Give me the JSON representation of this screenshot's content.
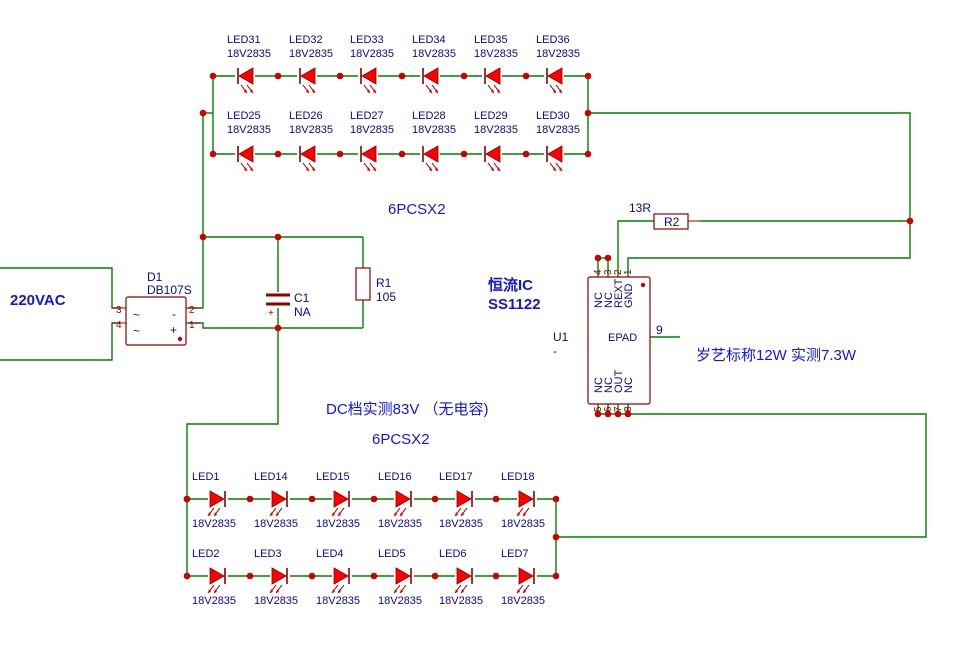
{
  "mains": {
    "label": "220VAC"
  },
  "bridge": {
    "ref": "D1",
    "part": "DB107S",
    "pin3": "3",
    "pin4": "4",
    "pin2": "2",
    "pin1": "1",
    "ac1": "~",
    "ac2": "~",
    "neg": "-",
    "pos": "+"
  },
  "capacitor": {
    "ref": "C1",
    "value": "NA"
  },
  "resistor1": {
    "ref": "R1",
    "value": "105"
  },
  "resistor2": {
    "ref": "R2",
    "value": "13R"
  },
  "ic": {
    "ref": "U1",
    "ref_dash": "-",
    "title": "恒流IC",
    "part": "SS1122",
    "top_pins": [
      {
        "num": "4",
        "name": "NC"
      },
      {
        "num": "3",
        "name": "NC"
      },
      {
        "num": "2",
        "name": "REXT"
      },
      {
        "num": "1",
        "name": "GND"
      }
    ],
    "bottom_pins": [
      {
        "num": "5",
        "name": "NC"
      },
      {
        "num": "6",
        "name": "NC"
      },
      {
        "num": "7",
        "name": "OUT"
      },
      {
        "num": "8",
        "name": "NC"
      }
    ],
    "epad": {
      "name": "EPAD",
      "num": "9"
    }
  },
  "notes": {
    "top_group": "6PCSX2",
    "bottom_group": "6PCSX2",
    "dc_measure": "DC档实测83V （无电容)",
    "power": "岁艺标称12W 实测7.3W"
  },
  "led_top_row1": [
    {
      "ref": "LED31",
      "value": "18V2835"
    },
    {
      "ref": "LED32",
      "value": "18V2835"
    },
    {
      "ref": "LED33",
      "value": "18V2835"
    },
    {
      "ref": "LED34",
      "value": "18V2835"
    },
    {
      "ref": "LED35",
      "value": "18V2835"
    },
    {
      "ref": "LED36",
      "value": "18V2835"
    }
  ],
  "led_top_row2": [
    {
      "ref": "LED25",
      "value": "18V2835"
    },
    {
      "ref": "LED26",
      "value": "18V2835"
    },
    {
      "ref": "LED27",
      "value": "18V2835"
    },
    {
      "ref": "LED28",
      "value": "18V2835"
    },
    {
      "ref": "LED29",
      "value": "18V2835"
    },
    {
      "ref": "LED30",
      "value": "18V2835"
    }
  ],
  "led_bot_row1": [
    {
      "ref": "LED1",
      "value": "18V2835"
    },
    {
      "ref": "LED14",
      "value": "18V2835"
    },
    {
      "ref": "LED15",
      "value": "18V2835"
    },
    {
      "ref": "LED16",
      "value": "18V2835"
    },
    {
      "ref": "LED17",
      "value": "18V2835"
    },
    {
      "ref": "LED18",
      "value": "18V2835"
    }
  ],
  "led_bot_row2": [
    {
      "ref": "LED2",
      "value": "18V2835"
    },
    {
      "ref": "LED3",
      "value": "18V2835"
    },
    {
      "ref": "LED4",
      "value": "18V2835"
    },
    {
      "ref": "LED5",
      "value": "18V2835"
    },
    {
      "ref": "LED6",
      "value": "18V2835"
    },
    {
      "ref": "LED7",
      "value": "18V2835"
    }
  ],
  "colors": {
    "wire": "#008000",
    "symbol": "#8b0000",
    "led_fill": "#ff0000",
    "text": "#1515d6"
  }
}
